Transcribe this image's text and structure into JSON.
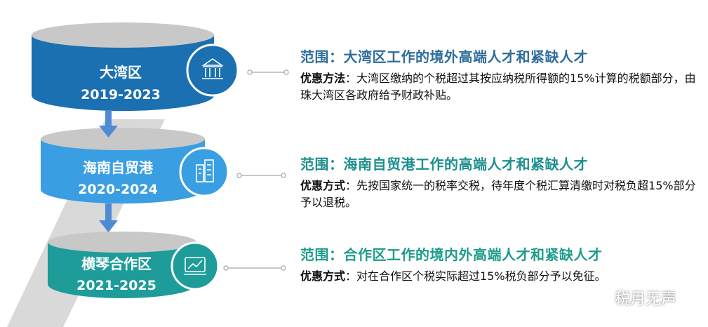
{
  "colors": {
    "tier1": "#1a70b0",
    "tier2": "#3a9ee2",
    "tier3": "#1d9c9a",
    "ellipse_top": "#c8c8c8",
    "arrow": "#4f8bd4",
    "connector": "#b5b5b5",
    "back_column": "#d9d9d9"
  },
  "tiers": [
    {
      "name": "大湾区",
      "years": "2019-2023",
      "icon": "government-building-icon",
      "title": "范围：大湾区工作的境外高端人才和紧缺人才",
      "method_label": "优惠方法",
      "method_sep": "：",
      "method_text": "大湾区缴纳的个税超过其按应纳税所得额的15%计算的税额部分，由珠大湾区各政府给予财政补贴。"
    },
    {
      "name": "海南自贸港",
      "years": "2020-2024",
      "icon": "office-buildings-icon",
      "title": "范围：海南自贸港工作的高端人才和紧缺人才",
      "method_label": "优惠方式",
      "method_sep": "：",
      "method_text": "先按国家统一的税率交税，待年度个税汇算清缴时对税负超15%部分予以退税。"
    },
    {
      "name": "横琴合作区",
      "years": "2021-2025",
      "icon": "trend-chart-icon",
      "title": "范围：合作区工作的境内外高端人才和紧缺人才",
      "method_label": "优惠方式",
      "method_sep": "：",
      "method_text": "对在合作区个税实际超过15%税负部分予以免征。"
    }
  ],
  "watermark": {
    "text": "税月无声",
    "icon": "wechat-icon"
  }
}
